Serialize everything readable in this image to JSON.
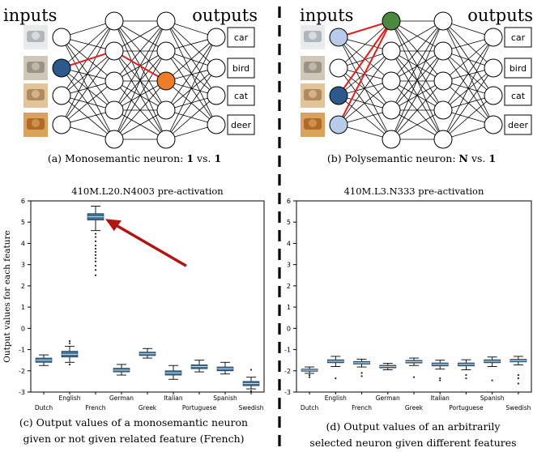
{
  "panels": {
    "a": {
      "inputs_label": "inputs",
      "outputs_label": "outputs",
      "output_boxes": [
        "car",
        "bird",
        "cat",
        "deer"
      ],
      "caption_prefix": "(a) Monosemantic neuron: ",
      "caption_n": "1",
      "caption_vs": " vs. ",
      "caption_m": "1"
    },
    "b": {
      "inputs_label": "inputs",
      "outputs_label": "outputs",
      "output_boxes": [
        "car",
        "bird",
        "cat",
        "deer"
      ],
      "caption_prefix": "(b) Polysemantic neuron: ",
      "caption_n": "N",
      "caption_vs": " vs. ",
      "caption_m": "1"
    },
    "c": {
      "caption_line1": "(c) Output values of a monosemantic neuron",
      "caption_line2": "given or not given related feature (French)"
    },
    "d": {
      "caption_line1": "(d) Output values of an arbitrarily",
      "caption_line2": "selected neuron given different features"
    }
  },
  "colors": {
    "node_dark_blue": "#2c5a8c",
    "node_light_blue": "#b9cbea",
    "node_orange": "#ee7d2a",
    "node_green": "#4b8a3e",
    "highlight_edge": "#e02020",
    "box_fill": "#3e6f94",
    "arrow": "#b01515"
  },
  "chart_data": [
    {
      "type": "box",
      "title": "410M.L20.N4003 pre-activation",
      "ylabel": "Output values for each feature",
      "categories": [
        "Dutch",
        "English",
        "French",
        "German",
        "Greek",
        "Italian",
        "Portuguese",
        "Spanish",
        "Swedish"
      ],
      "ylim": [
        -3,
        6
      ],
      "yticks": [
        "-3",
        "-2",
        "-1",
        "0",
        "1",
        "2",
        "3",
        "4",
        "5",
        "6"
      ],
      "boxes": [
        {
          "category": "Dutch",
          "median": -1.5,
          "q1": -1.6,
          "q3": -1.4,
          "whisker_low": -1.75,
          "whisker_high": -1.25
        },
        {
          "category": "English",
          "median": -1.22,
          "q1": -1.35,
          "q3": -1.08,
          "whisker_low": -1.6,
          "whisker_high": -0.85
        },
        {
          "category": "French",
          "median": 5.25,
          "q1": 5.1,
          "q3": 5.4,
          "whisker_low": 4.6,
          "whisker_high": 5.75
        },
        {
          "category": "German",
          "median": -1.97,
          "q1": -2.05,
          "q3": -1.88,
          "whisker_low": -2.2,
          "whisker_high": -1.7
        },
        {
          "category": "Greek",
          "median": -1.2,
          "q1": -1.28,
          "q3": -1.12,
          "whisker_low": -1.4,
          "whisker_high": -0.95
        },
        {
          "category": "Italian",
          "median": -2.1,
          "q1": -2.2,
          "q3": -2.0,
          "whisker_low": -2.4,
          "whisker_high": -1.75
        },
        {
          "category": "Portuguese",
          "median": -1.8,
          "q1": -1.9,
          "q3": -1.72,
          "whisker_low": -2.05,
          "whisker_high": -1.5
        },
        {
          "category": "Spanish",
          "median": -1.9,
          "q1": -2.0,
          "q3": -1.82,
          "whisker_low": -2.15,
          "whisker_high": -1.6
        },
        {
          "category": "Swedish",
          "median": -2.6,
          "q1": -2.7,
          "q3": -2.5,
          "whisker_low": -2.85,
          "whisker_high": -2.3
        }
      ],
      "outliers": [
        {
          "category": "French",
          "values": [
            4.45,
            4.3,
            4.1,
            3.9,
            3.75,
            3.6,
            3.45,
            3.3,
            3.15,
            2.95,
            2.75,
            2.5
          ]
        },
        {
          "category": "English",
          "values": [
            -0.7,
            -0.6,
            -1.7
          ]
        },
        {
          "category": "Swedish",
          "values": [
            -2.95,
            -1.95
          ]
        }
      ]
    },
    {
      "type": "box",
      "title": "410M.L3.N333 pre-activation",
      "ylabel": "",
      "categories": [
        "Dutch",
        "English",
        "French",
        "German",
        "Greek",
        "Italian",
        "Portuguese",
        "Spanish",
        "Swedish"
      ],
      "ylim": [
        -3,
        6
      ],
      "yticks": [
        "-3",
        "-2",
        "-1",
        "0",
        "1",
        "2",
        "3",
        "4",
        "5",
        "6"
      ],
      "boxes": [
        {
          "category": "Dutch",
          "median": -1.97,
          "q1": -2.02,
          "q3": -1.92,
          "whisker_low": -2.12,
          "whisker_high": -1.82
        },
        {
          "category": "English",
          "median": -1.55,
          "q1": -1.62,
          "q3": -1.48,
          "whisker_low": -1.8,
          "whisker_high": -1.32
        },
        {
          "category": "French",
          "median": -1.62,
          "q1": -1.68,
          "q3": -1.56,
          "whisker_low": -1.82,
          "whisker_high": -1.45
        },
        {
          "category": "German",
          "median": -1.8,
          "q1": -1.86,
          "q3": -1.74,
          "whisker_low": -1.95,
          "whisker_high": -1.65
        },
        {
          "category": "Greek",
          "median": -1.57,
          "q1": -1.63,
          "q3": -1.51,
          "whisker_low": -1.75,
          "whisker_high": -1.4
        },
        {
          "category": "Italian",
          "median": -1.7,
          "q1": -1.77,
          "q3": -1.63,
          "whisker_low": -1.92,
          "whisker_high": -1.5
        },
        {
          "category": "Portuguese",
          "median": -1.7,
          "q1": -1.77,
          "q3": -1.63,
          "whisker_low": -1.95,
          "whisker_high": -1.48
        },
        {
          "category": "Spanish",
          "median": -1.55,
          "q1": -1.62,
          "q3": -1.48,
          "whisker_low": -1.8,
          "whisker_high": -1.35
        },
        {
          "category": "Swedish",
          "median": -1.52,
          "q1": -1.58,
          "q3": -1.46,
          "whisker_low": -1.72,
          "whisker_high": -1.32
        }
      ],
      "outliers": [
        {
          "category": "Dutch",
          "values": [
            -2.2,
            -2.3
          ]
        },
        {
          "category": "English",
          "values": [
            -2.35
          ]
        },
        {
          "category": "French",
          "values": [
            -2.1,
            -2.25
          ]
        },
        {
          "category": "Greek",
          "values": [
            -2.3
          ]
        },
        {
          "category": "Italian",
          "values": [
            -2.35,
            -2.45
          ]
        },
        {
          "category": "Portuguese",
          "values": [
            -2.2,
            -2.35
          ]
        },
        {
          "category": "Spanish",
          "values": [
            -2.45
          ]
        },
        {
          "category": "Swedish",
          "values": [
            -2.2,
            -2.35,
            -2.6
          ]
        }
      ]
    }
  ]
}
